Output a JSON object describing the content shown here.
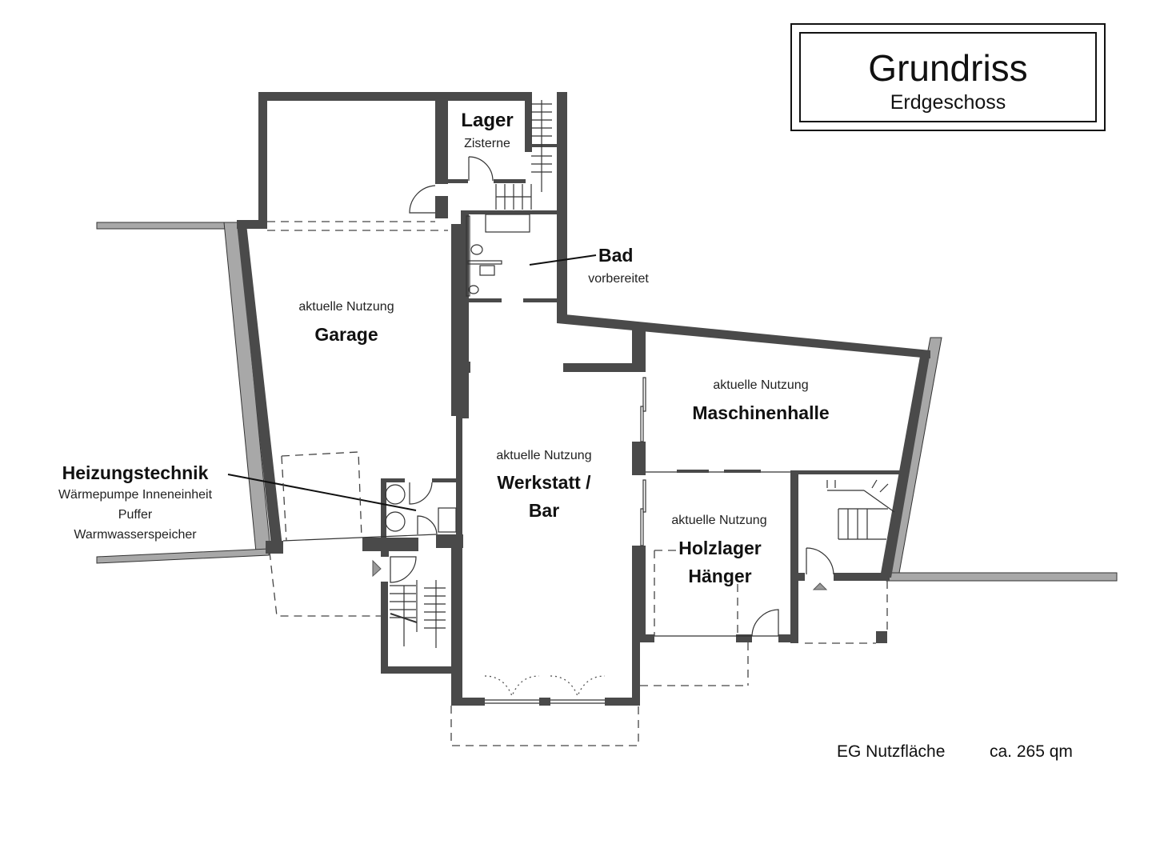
{
  "title": {
    "main": "Grundriss",
    "sub": "Erdgeschoss"
  },
  "rooms": {
    "lager": {
      "name": "Lager",
      "note": "Zisterne"
    },
    "bad": {
      "name": "Bad",
      "note": "vorbereitet"
    },
    "garage": {
      "prefix": "aktuelle Nutzung",
      "name": "Garage"
    },
    "maschinenhalle": {
      "prefix": "aktuelle Nutzung",
      "name": "Maschinenhalle"
    },
    "werkstatt": {
      "prefix": "aktuelle Nutzung",
      "name_line1": "Werkstatt /",
      "name_line2": "Bar"
    },
    "holzlager": {
      "prefix": "aktuelle Nutzung",
      "name_line1": "Holzlager",
      "name_line2": "Hänger"
    },
    "heizung": {
      "name": "Heizungstechnik",
      "items": [
        "Wärmepumpe Inneneinheit",
        "Puffer",
        "Warmwasserspeicher"
      ]
    }
  },
  "area": {
    "label": "EG Nutzfläche",
    "value": "ca. 265 qm"
  },
  "colors": {
    "wall": "#4a4a4a",
    "exterior_wall": "#a8a8a8",
    "background": "#ffffff"
  }
}
